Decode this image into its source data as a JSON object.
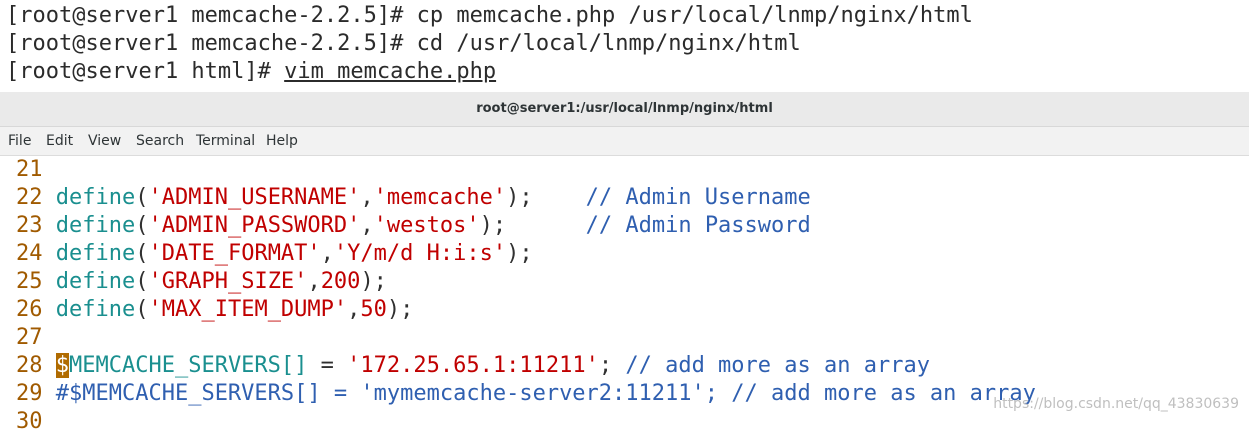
{
  "shell": {
    "lines": [
      {
        "prompt": "[root@server1 memcache-2.2.5]#",
        "command": "cp memcache.php /usr/local/lnmp/nginx/html"
      },
      {
        "prompt": "[root@server1 memcache-2.2.5]#",
        "command": "cd /usr/local/lnmp/nginx/html"
      },
      {
        "prompt": "[root@server1 html]#",
        "command": "vim memcache.php"
      }
    ]
  },
  "window": {
    "title": "root@server1:/usr/local/lnmp/nginx/html"
  },
  "menu": [
    "File",
    "Edit",
    "View",
    "Search",
    "Terminal",
    "Help"
  ],
  "editor": {
    "lines": [
      {
        "num": "21"
      },
      {
        "num": "22",
        "fn": "define",
        "p1": "(",
        "s1": "'ADMIN_USERNAME'",
        "c1": ",",
        "s2": "'memcache'",
        "p2": ");",
        "pad": "    ",
        "comment": "// Admin Username"
      },
      {
        "num": "23",
        "fn": "define",
        "p1": "(",
        "s1": "'ADMIN_PASSWORD'",
        "c1": ",",
        "s2": "'westos'",
        "p2": ");",
        "pad": "      ",
        "comment": "// Admin Password"
      },
      {
        "num": "24",
        "fn": "define",
        "p1": "(",
        "s1": "'DATE_FORMAT'",
        "c1": ",",
        "s2": "'Y/m/d H:i:s'",
        "p2": ");"
      },
      {
        "num": "25",
        "fn": "define",
        "p1": "(",
        "s1": "'GRAPH_SIZE'",
        "c1": ",",
        "s2": "200",
        "p2": ");"
      },
      {
        "num": "26",
        "fn": "define",
        "p1": "(",
        "s1": "'MAX_ITEM_DUMP'",
        "c1": ",",
        "s2": "50",
        "p2": ");"
      },
      {
        "num": "27"
      },
      {
        "num": "28",
        "cursor": "$",
        "var": "MEMCACHE_SERVERS[]",
        "op": " = ",
        "val": "'172.25.65.1:11211'",
        "end": "; ",
        "comment": "// add more as an array"
      },
      {
        "num": "29",
        "text": "#$MEMCACHE_SERVERS[] = 'mymemcache-server2:11211'; // add more as an array"
      },
      {
        "num": "30"
      }
    ]
  },
  "watermark": "https://blog.csdn.net/qq_43830639"
}
